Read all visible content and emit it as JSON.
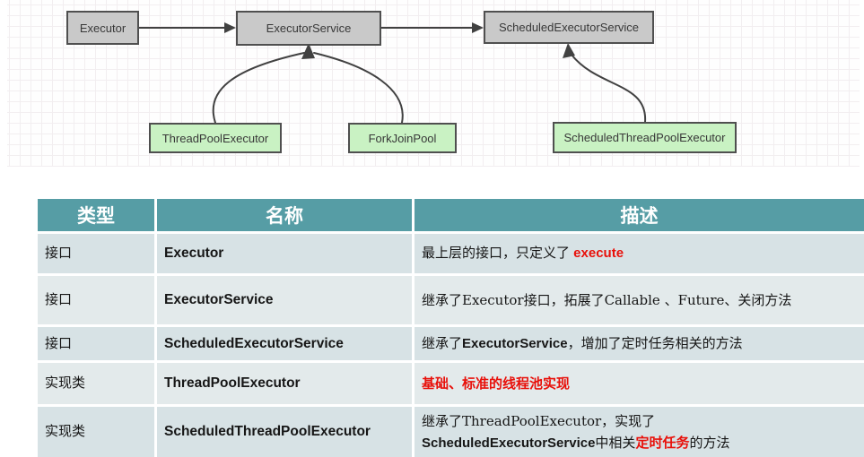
{
  "diagram": {
    "nodes": [
      {
        "id": "executor",
        "label": "Executor",
        "kind": "interface"
      },
      {
        "id": "executor-service",
        "label": "ExecutorService",
        "kind": "interface"
      },
      {
        "id": "scheduled-executor-service",
        "label": "ScheduledExecutorService",
        "kind": "interface"
      },
      {
        "id": "thread-pool-executor",
        "label": "ThreadPoolExecutor",
        "kind": "implementation"
      },
      {
        "id": "fork-join-pool",
        "label": "ForkJoinPool",
        "kind": "implementation"
      },
      {
        "id": "scheduled-thread-pool-executor",
        "label": "ScheduledThreadPoolExecutor",
        "kind": "implementation"
      }
    ],
    "edges": [
      {
        "from": "Executor",
        "to": "ExecutorService"
      },
      {
        "from": "ExecutorService",
        "to": "ScheduledExecutorService"
      },
      {
        "from": "ThreadPoolExecutor",
        "to": "ExecutorService"
      },
      {
        "from": "ForkJoinPool",
        "to": "ExecutorService"
      },
      {
        "from": "ScheduledThreadPoolExecutor",
        "to": "ScheduledExecutorService"
      }
    ]
  },
  "table": {
    "headers": [
      "类型",
      "名称",
      "描述"
    ],
    "rows": [
      {
        "type": "接口",
        "name": "Executor",
        "desc": [
          {
            "t": "最上层的接口，只定义了  "
          },
          {
            "t": "execute"
          }
        ]
      },
      {
        "type": "接口",
        "name": "ExecutorService",
        "desc": [
          {
            "t": "继承了Executor接口，拓展了Callable 、Future、关闭方法"
          }
        ]
      },
      {
        "type": "接口",
        "name": "ScheduledExecutorService",
        "desc": [
          {
            "t": "继承了"
          },
          {
            "t": "ExecutorService"
          },
          {
            "t": "，增加了定时任务相关的方法"
          }
        ]
      },
      {
        "type": "实现类",
        "name": "ThreadPoolExecutor",
        "desc": [
          {
            "t": "基础、标准的线程池实现"
          }
        ]
      },
      {
        "type": "实现类",
        "name": "ScheduledThreadPoolExecutor",
        "desc": [
          {
            "t": "继承了ThreadPoolExecutor，实现了"
          },
          {
            "t": "ScheduledExecutorService"
          },
          {
            "t": "中相关"
          },
          {
            "t": "定时任务"
          },
          {
            "t": "的方法"
          }
        ]
      }
    ]
  },
  "colors": {
    "header_bg": "#569da5",
    "row_odd": "#d7e2e5",
    "row_even": "#e3eaeb",
    "accent_red": "#e8100a",
    "node_gray": "#c9c9c9",
    "node_green": "#c9f2c3",
    "arrow": "#414141"
  }
}
